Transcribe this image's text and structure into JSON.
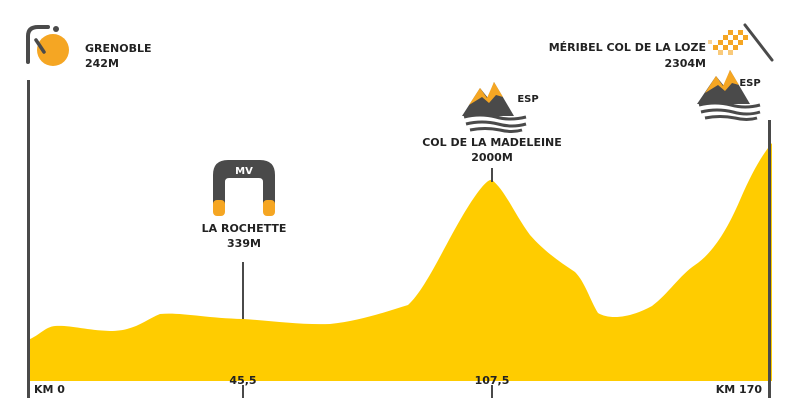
{
  "colors": {
    "profile_fill": "#ffcc00",
    "accent_orange": "#f5a623",
    "text": "#222222",
    "marker_dark": "#4a4a4a",
    "background": "#ffffff"
  },
  "start": {
    "name": "GRENOBLE",
    "elevation": "242M",
    "icon": "cyclist-logo-icon"
  },
  "finish": {
    "name": "MÉRIBEL COL DE LA LOZE",
    "elevation": "2304M",
    "icon": "checkered-flag-icon",
    "badge": "ESP"
  },
  "climb": {
    "name": "COL DE LA MADELEINE",
    "elevation": "2000M",
    "badge": "ESP",
    "icon": "mountain-icon"
  },
  "waypoint": {
    "name": "LA ROCHETTE",
    "elevation": "339M",
    "badge": "MV",
    "icon": "arch-icon"
  },
  "axis": {
    "ticks": [
      "KM 0",
      "45,5",
      "107,5",
      "KM 170"
    ]
  },
  "chart_data": {
    "type": "area",
    "x": [
      0,
      45.5,
      107.5,
      170
    ],
    "values": [
      242,
      339,
      2000,
      2304
    ],
    "xlabel": "",
    "ylabel": ""
  }
}
